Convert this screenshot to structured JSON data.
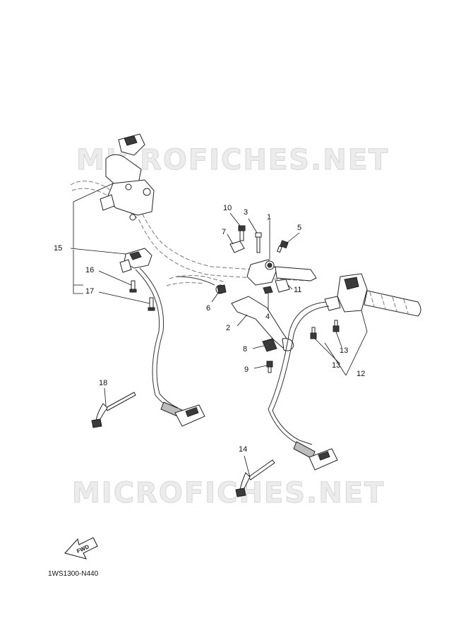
{
  "watermark": {
    "top": "MICROFICHES.NET",
    "bottom": "MICROFICHES.NET"
  },
  "callouts": [
    "1",
    "2",
    "3",
    "4",
    "5",
    "6",
    "7",
    "8",
    "9",
    "10",
    "11",
    "12",
    "13",
    "13",
    "14",
    "15",
    "16",
    "17",
    "18"
  ],
  "fwd_label": "FWD",
  "diagram_id": "1WS1300-N440"
}
